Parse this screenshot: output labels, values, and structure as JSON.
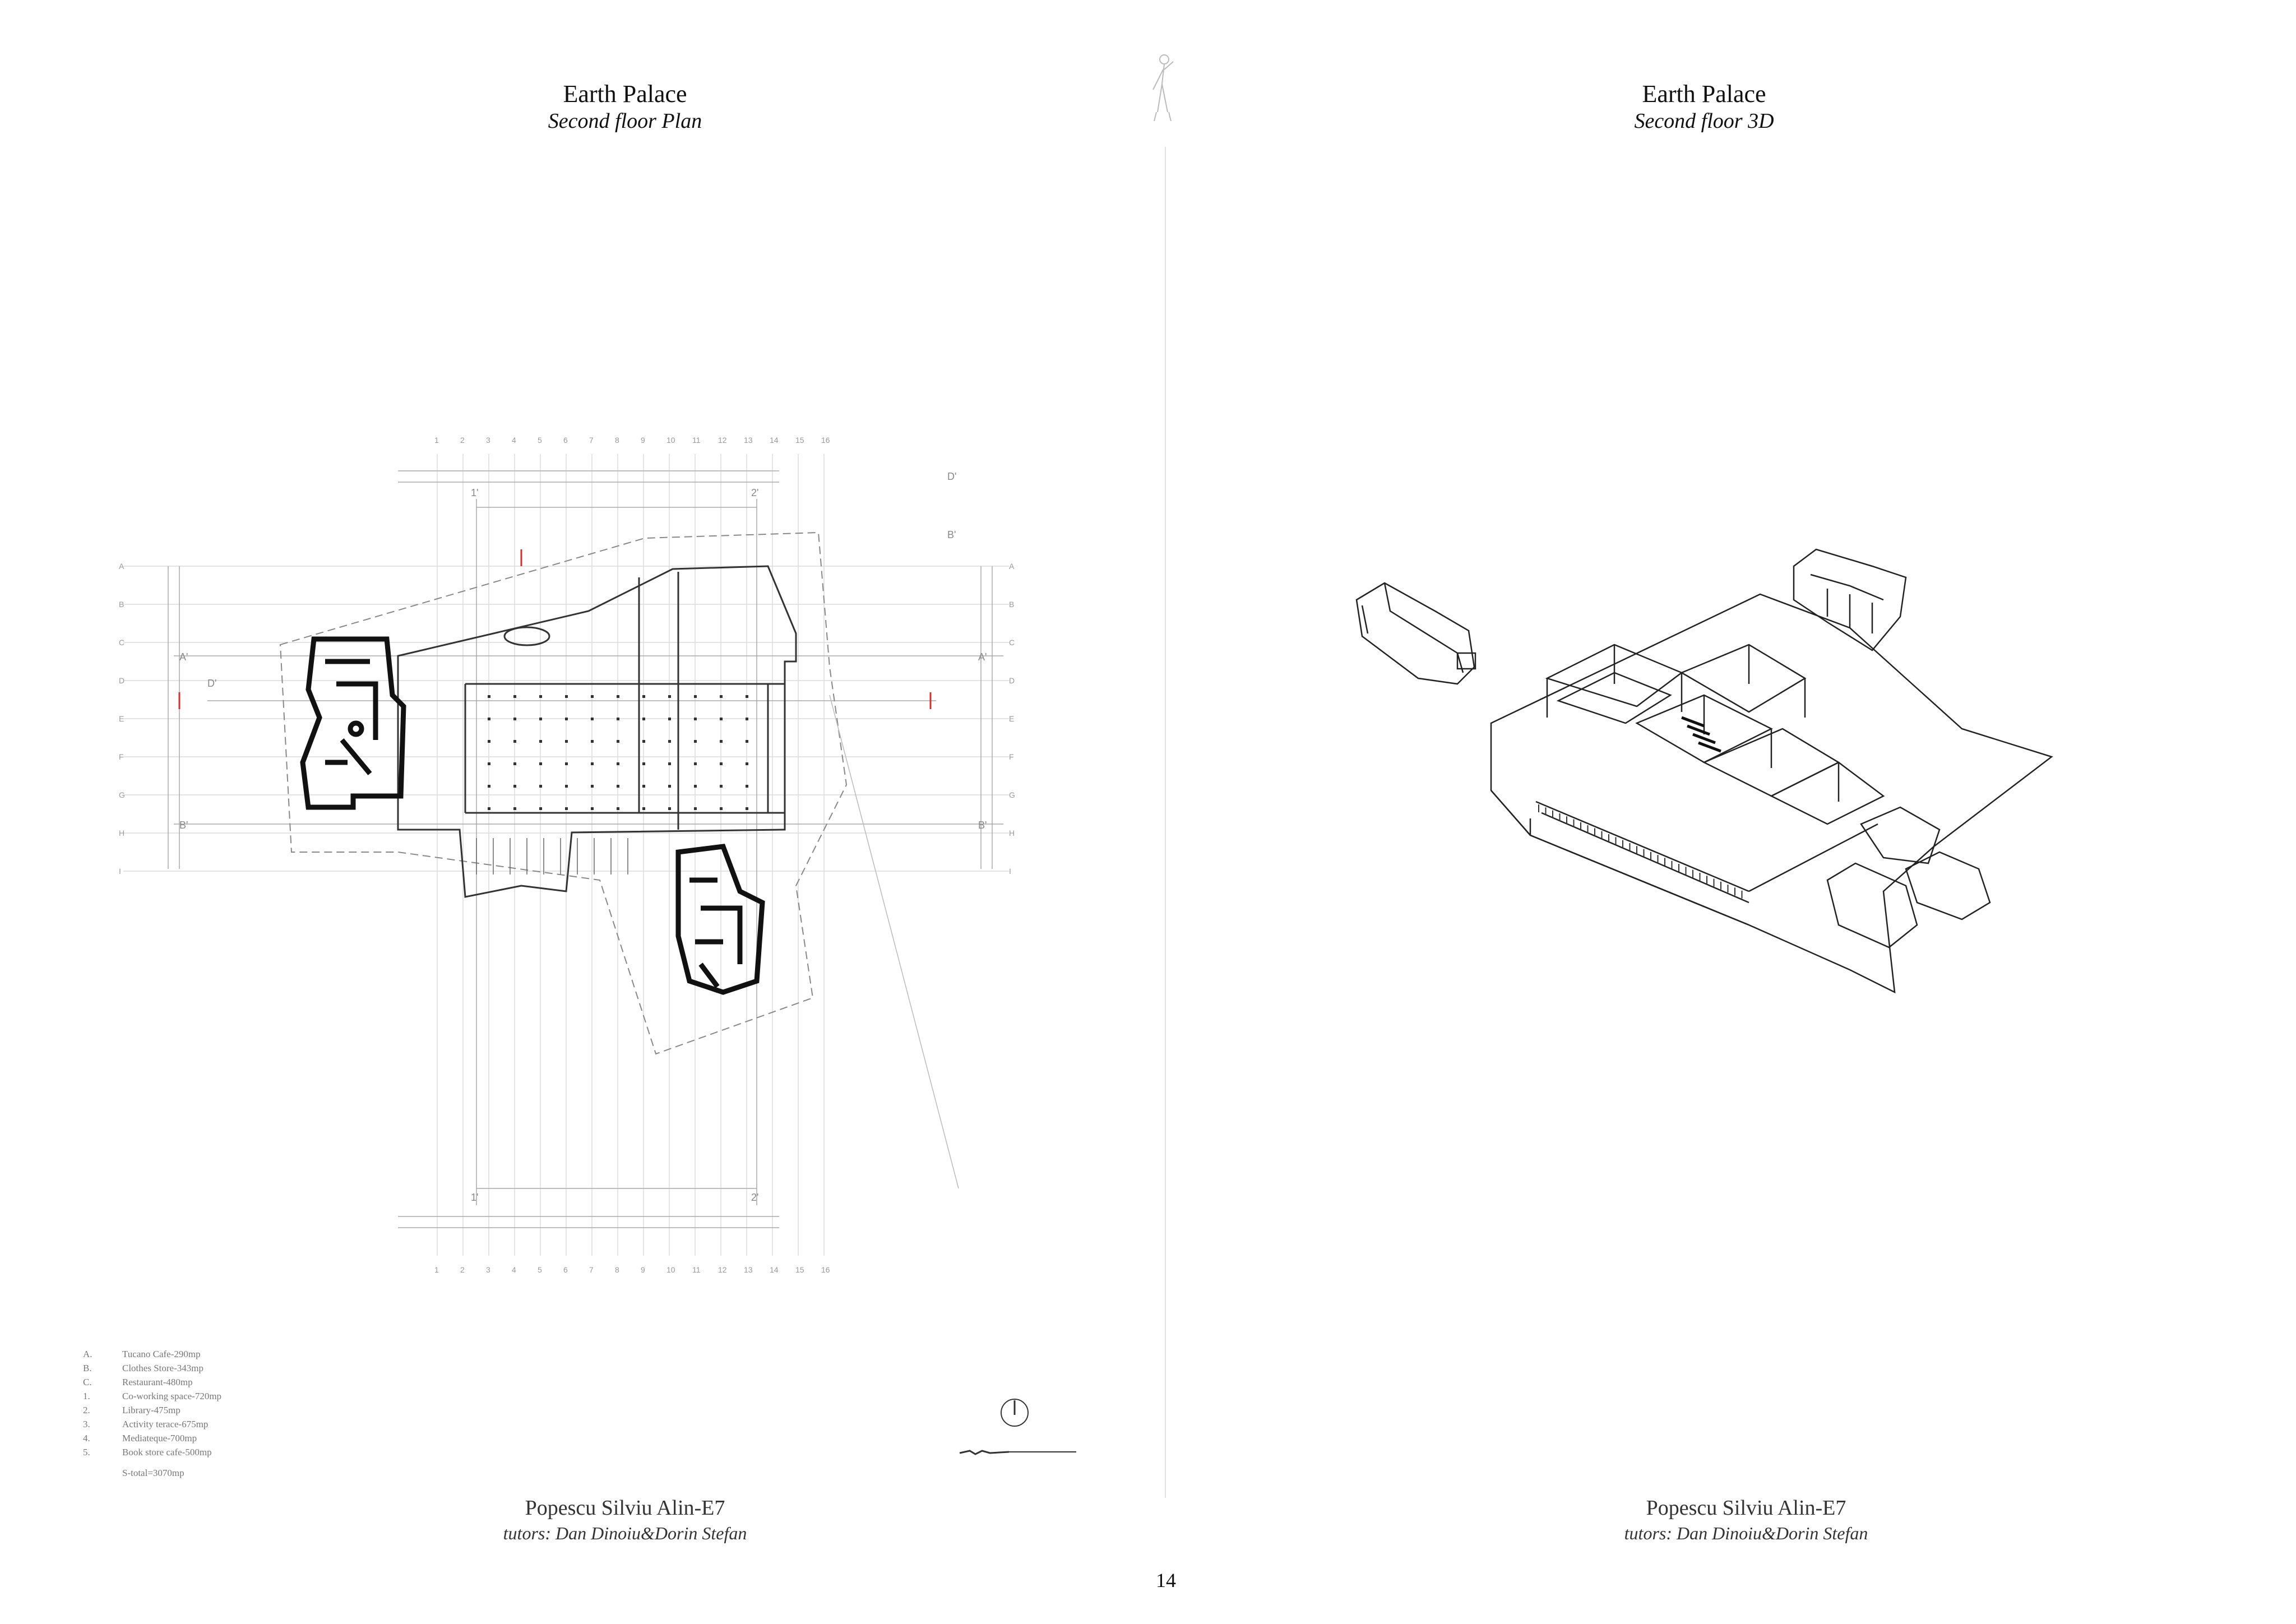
{
  "left_page": {
    "title": "Earth Palace",
    "subtitle": "Second floor Plan",
    "author": "Popescu Silviu Alin-E7",
    "tutors": "tutors: Dan Dinoiu&Dorin Stefan",
    "legend": [
      {
        "key": "A.",
        "text": "Tucano Cafe-290mp"
      },
      {
        "key": "B.",
        "text": "Clothes Store-343mp"
      },
      {
        "key": "C.",
        "text": "Restaurant-480mp"
      },
      {
        "key": "1.",
        "text": "Co-working space-720mp"
      },
      {
        "key": "2.",
        "text": "Library-475mp"
      },
      {
        "key": "3.",
        "text": "Activity terace-675mp"
      },
      {
        "key": "4.",
        "text": "Mediateque-700mp"
      },
      {
        "key": "5.",
        "text": "Book store cafe-500mp"
      }
    ],
    "total": "S-total=3070mp",
    "grid_top": [
      "1",
      "2",
      "3",
      "4",
      "5",
      "6",
      "7",
      "8",
      "9",
      "10",
      "11",
      "12",
      "13",
      "14",
      "15",
      "16"
    ],
    "grid_side": [
      "A",
      "B",
      "C",
      "D",
      "E",
      "F",
      "G",
      "H",
      "I"
    ],
    "section_marks": {
      "a_left": "A'",
      "a_right": "A'",
      "b_left": "B'",
      "b_right": "B'",
      "c_top": "1'",
      "c_bottom": "1'",
      "d_top": "2'",
      "d_bottom": "2'",
      "d_prime": "D'",
      "b_prime": "B'",
      "c_prime": "D'"
    }
  },
  "right_page": {
    "title": "Earth Palace",
    "subtitle": "Second floor 3D",
    "author": "Popescu Silviu Alin-E7",
    "tutors": "tutors: Dan Dinoiu&Dorin Stefan"
  },
  "page_number": "14",
  "colors": {
    "ink": "#111111",
    "line": "#999999",
    "faint": "#cccccc",
    "accent": "#cc3333"
  }
}
